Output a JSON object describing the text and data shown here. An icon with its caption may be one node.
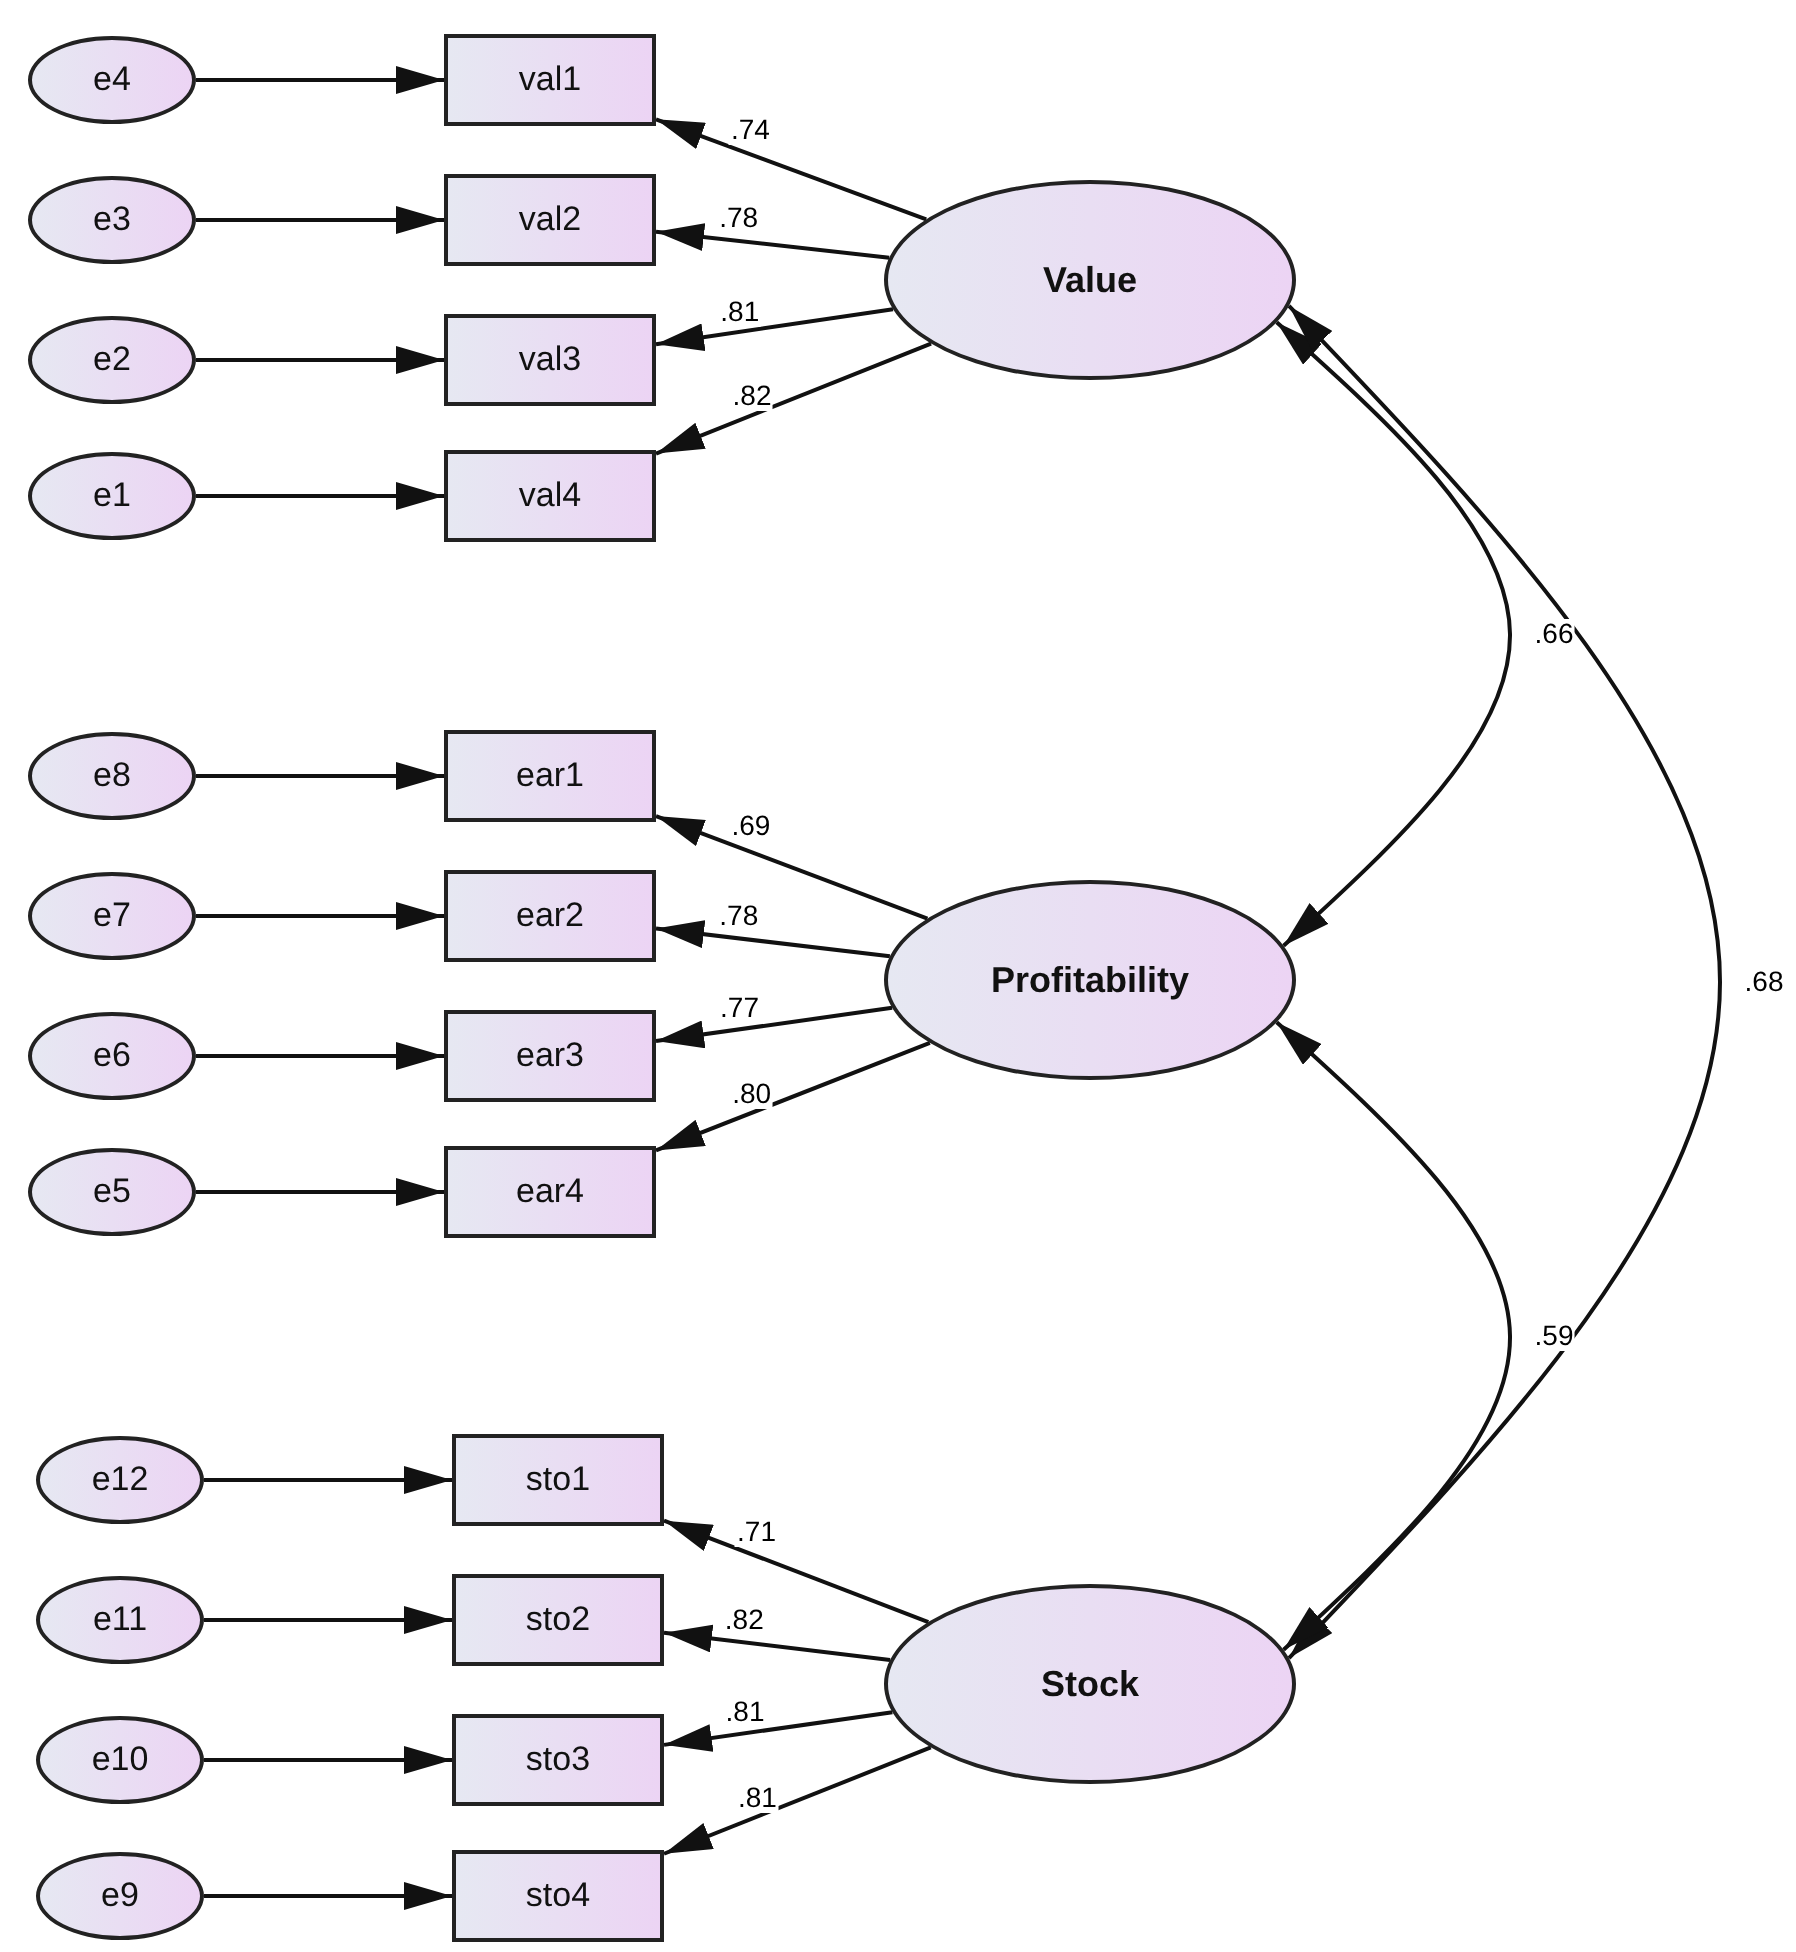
{
  "diagram": {
    "nodes": [
      {
        "text": [
          "e4"
        ]
      },
      {
        "text": [
          "val1"
        ]
      },
      {
        "text": [
          "e3"
        ]
      },
      {
        "text": [
          "val2"
        ]
      },
      {
        "text": [
          "e2"
        ]
      },
      {
        "text": [
          "val3"
        ]
      },
      {
        "text": [
          "e1"
        ]
      },
      {
        "text": [
          "val4"
        ]
      },
      {
        "text": [
          "Value"
        ]
      },
      {
        "text": [
          "e8"
        ]
      },
      {
        "text": [
          "ear1"
        ]
      },
      {
        "text": [
          "e7"
        ]
      },
      {
        "text": [
          "ear2"
        ]
      },
      {
        "text": [
          "e6"
        ]
      },
      {
        "text": [
          "ear3"
        ]
      },
      {
        "text": [
          "e5"
        ]
      },
      {
        "text": [
          "ear4"
        ]
      },
      {
        "text": [
          "Profitability"
        ]
      },
      {
        "text": [
          "e12"
        ]
      },
      {
        "text": [
          "sto1"
        ]
      },
      {
        "text": [
          "e11"
        ]
      },
      {
        "text": [
          "sto2"
        ]
      },
      {
        "text": [
          "e10"
        ]
      },
      {
        "text": [
          "sto3"
        ]
      },
      {
        "text": [
          "e9"
        ]
      },
      {
        "text": [
          "sto4"
        ]
      },
      {
        "text": [
          "Stock"
        ]
      }
    ],
    "edges": [
      {
        "from": 0,
        "to": 1,
        "arrow": "to"
      },
      {
        "from": 2,
        "to": 3,
        "arrow": "to"
      },
      {
        "from": 4,
        "to": 5,
        "arrow": "to"
      },
      {
        "from": 6,
        "to": 7,
        "arrow": "to"
      },
      {
        "from": 8,
        "to": 1,
        "arrow": "to",
        "label": ".74"
      },
      {
        "from": 8,
        "to": 3,
        "arrow": "to",
        "label": ".78"
      },
      {
        "from": 8,
        "to": 5,
        "arrow": "to",
        "label": ".81"
      },
      {
        "from": 8,
        "to": 7,
        "arrow": "to",
        "label": ".82"
      },
      {
        "from": 9,
        "to": 10,
        "arrow": "to"
      },
      {
        "from": 11,
        "to": 12,
        "arrow": "to"
      },
      {
        "from": 13,
        "to": 14,
        "arrow": "to"
      },
      {
        "from": 15,
        "to": 16,
        "arrow": "to"
      },
      {
        "from": 17,
        "to": 10,
        "arrow": "to",
        "label": ".69"
      },
      {
        "from": 17,
        "to": 12,
        "arrow": "to",
        "label": ".78"
      },
      {
        "from": 17,
        "to": 14,
        "arrow": "to",
        "label": ".77"
      },
      {
        "from": 17,
        "to": 16,
        "arrow": "to",
        "label": ".80"
      },
      {
        "from": 18,
        "to": 19,
        "arrow": "to"
      },
      {
        "from": 20,
        "to": 21,
        "arrow": "to"
      },
      {
        "from": 22,
        "to": 23,
        "arrow": "to"
      },
      {
        "from": 24,
        "to": 25,
        "arrow": "to"
      },
      {
        "from": 26,
        "to": 19,
        "arrow": "to",
        "label": ".71"
      },
      {
        "from": 26,
        "to": 21,
        "arrow": "to",
        "label": ".82"
      },
      {
        "from": 26,
        "to": 23,
        "arrow": "to",
        "label": ".81"
      },
      {
        "from": 26,
        "to": 25,
        "arrow": "to",
        "label": ".81"
      },
      {
        "from": 8,
        "to": 17,
        "arrow": "both",
        "label": ".66"
      },
      {
        "from": 8,
        "to": 26,
        "arrow": "both",
        "label": ".68"
      },
      {
        "from": 17,
        "to": 26,
        "arrow": "both",
        "label": ".59"
      }
    ]
  }
}
